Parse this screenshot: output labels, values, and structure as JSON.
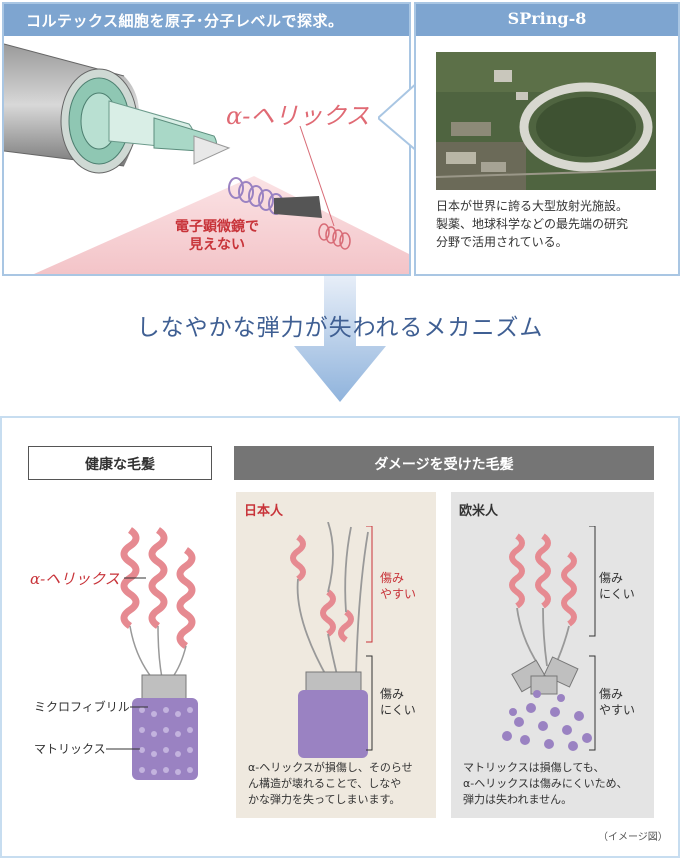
{
  "top_left": {
    "title": "コルテックス細胞を原子･分子レベルで探求。",
    "alpha_label": "α-ヘリックス",
    "microscope_line1": "電子顕微鏡で",
    "microscope_line2": "見えない"
  },
  "top_right": {
    "title": "SPring-8",
    "caption_lines": [
      "日本が世界に誇る大型放射光施設。",
      "製薬、地球科学などの最先端の研究",
      "分野で活用されている。"
    ]
  },
  "mechanism_title": "しなやかな弾力が失われるメカニズム",
  "bottom": {
    "healthy_title": "健康な毛髪",
    "damaged_title": "ダメージを受けた毛髪",
    "healthy_labels": {
      "alpha": "α-ヘリックス",
      "microfibril": "ミクロフィブリル",
      "matrix": "マトリックス"
    },
    "japanese": {
      "label": "日本人",
      "upper_note": [
        "傷み",
        "やすい"
      ],
      "lower_note": [
        "傷み",
        "にくい"
      ],
      "text_lines": [
        "α-ヘリックスが損傷し、そのらせ",
        "ん構造が壊れることで、しなや",
        "かな弾力を失ってしまいます。"
      ]
    },
    "western": {
      "label": "欧米人",
      "upper_note": [
        "傷み",
        "にくい"
      ],
      "lower_note": [
        "傷み",
        "やすい"
      ],
      "text_lines": [
        "マトリックスは損傷しても、",
        "α-ヘリックスは傷みにくいため、",
        "弾力は失われません。"
      ]
    },
    "footnote": "（イメージ図）"
  },
  "colors": {
    "header_blue": "#7ea5d0",
    "panel_border": "#a9c6e3",
    "title_blue": "#3f5f93",
    "accent_red": "#c8343a",
    "helix_pink": "#e68a91",
    "matrix_purple": "#9a82c2"
  }
}
